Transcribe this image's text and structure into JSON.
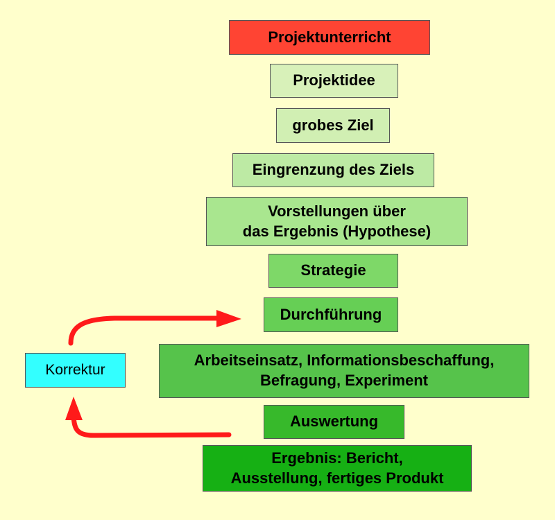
{
  "steps": [
    {
      "label": "Projektunterricht"
    },
    {
      "label": "Projektidee"
    },
    {
      "label": "grobes Ziel"
    },
    {
      "label": "Eingrenzung des Ziels"
    },
    {
      "label": "Vorstellungen über\ndas Ergebnis (Hypothese)"
    },
    {
      "label": "Strategie"
    },
    {
      "label": "Durchführung"
    },
    {
      "label": "Arbeitseinsatz, Informationsbeschaffung,\nBefragung, Experiment"
    },
    {
      "label": "Auswertung"
    },
    {
      "label": "Ergebnis: Bericht,\nAusstellung, fertiges Produkt"
    }
  ],
  "feedback": {
    "label": "Korrektur",
    "arrow_color": "#ff1a1a"
  },
  "colors": {
    "background": "#ffffcc",
    "title": "#ff4433",
    "korrektur": "#33ffff"
  }
}
